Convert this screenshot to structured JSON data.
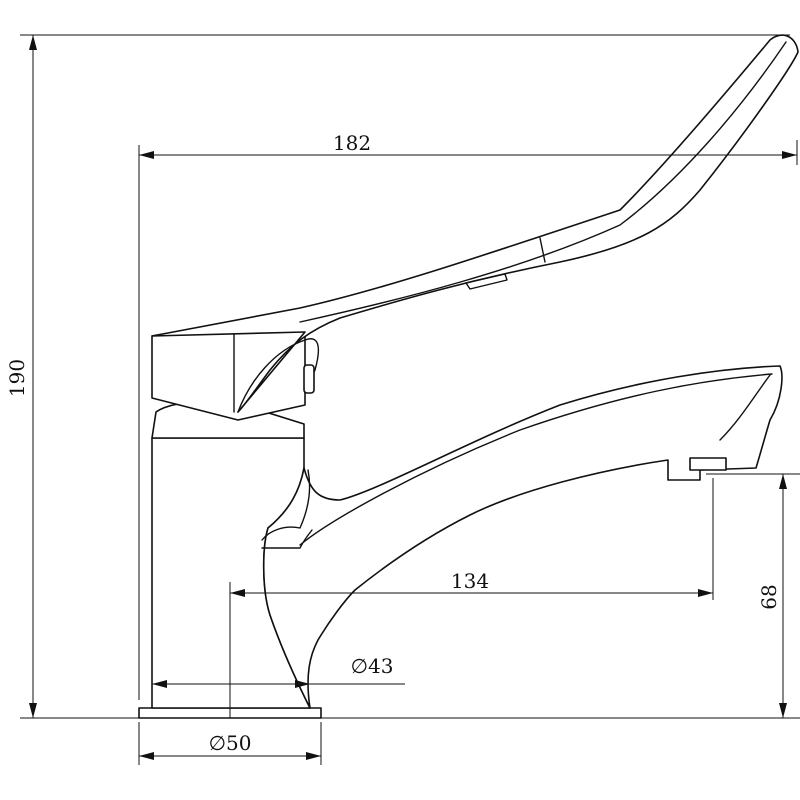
{
  "dimensions": {
    "overall_height": "190",
    "overall_width": "182",
    "spout_reach": "134",
    "spout_height": "68",
    "spout_diameter": "∅43",
    "base_diameter": "∅50"
  }
}
